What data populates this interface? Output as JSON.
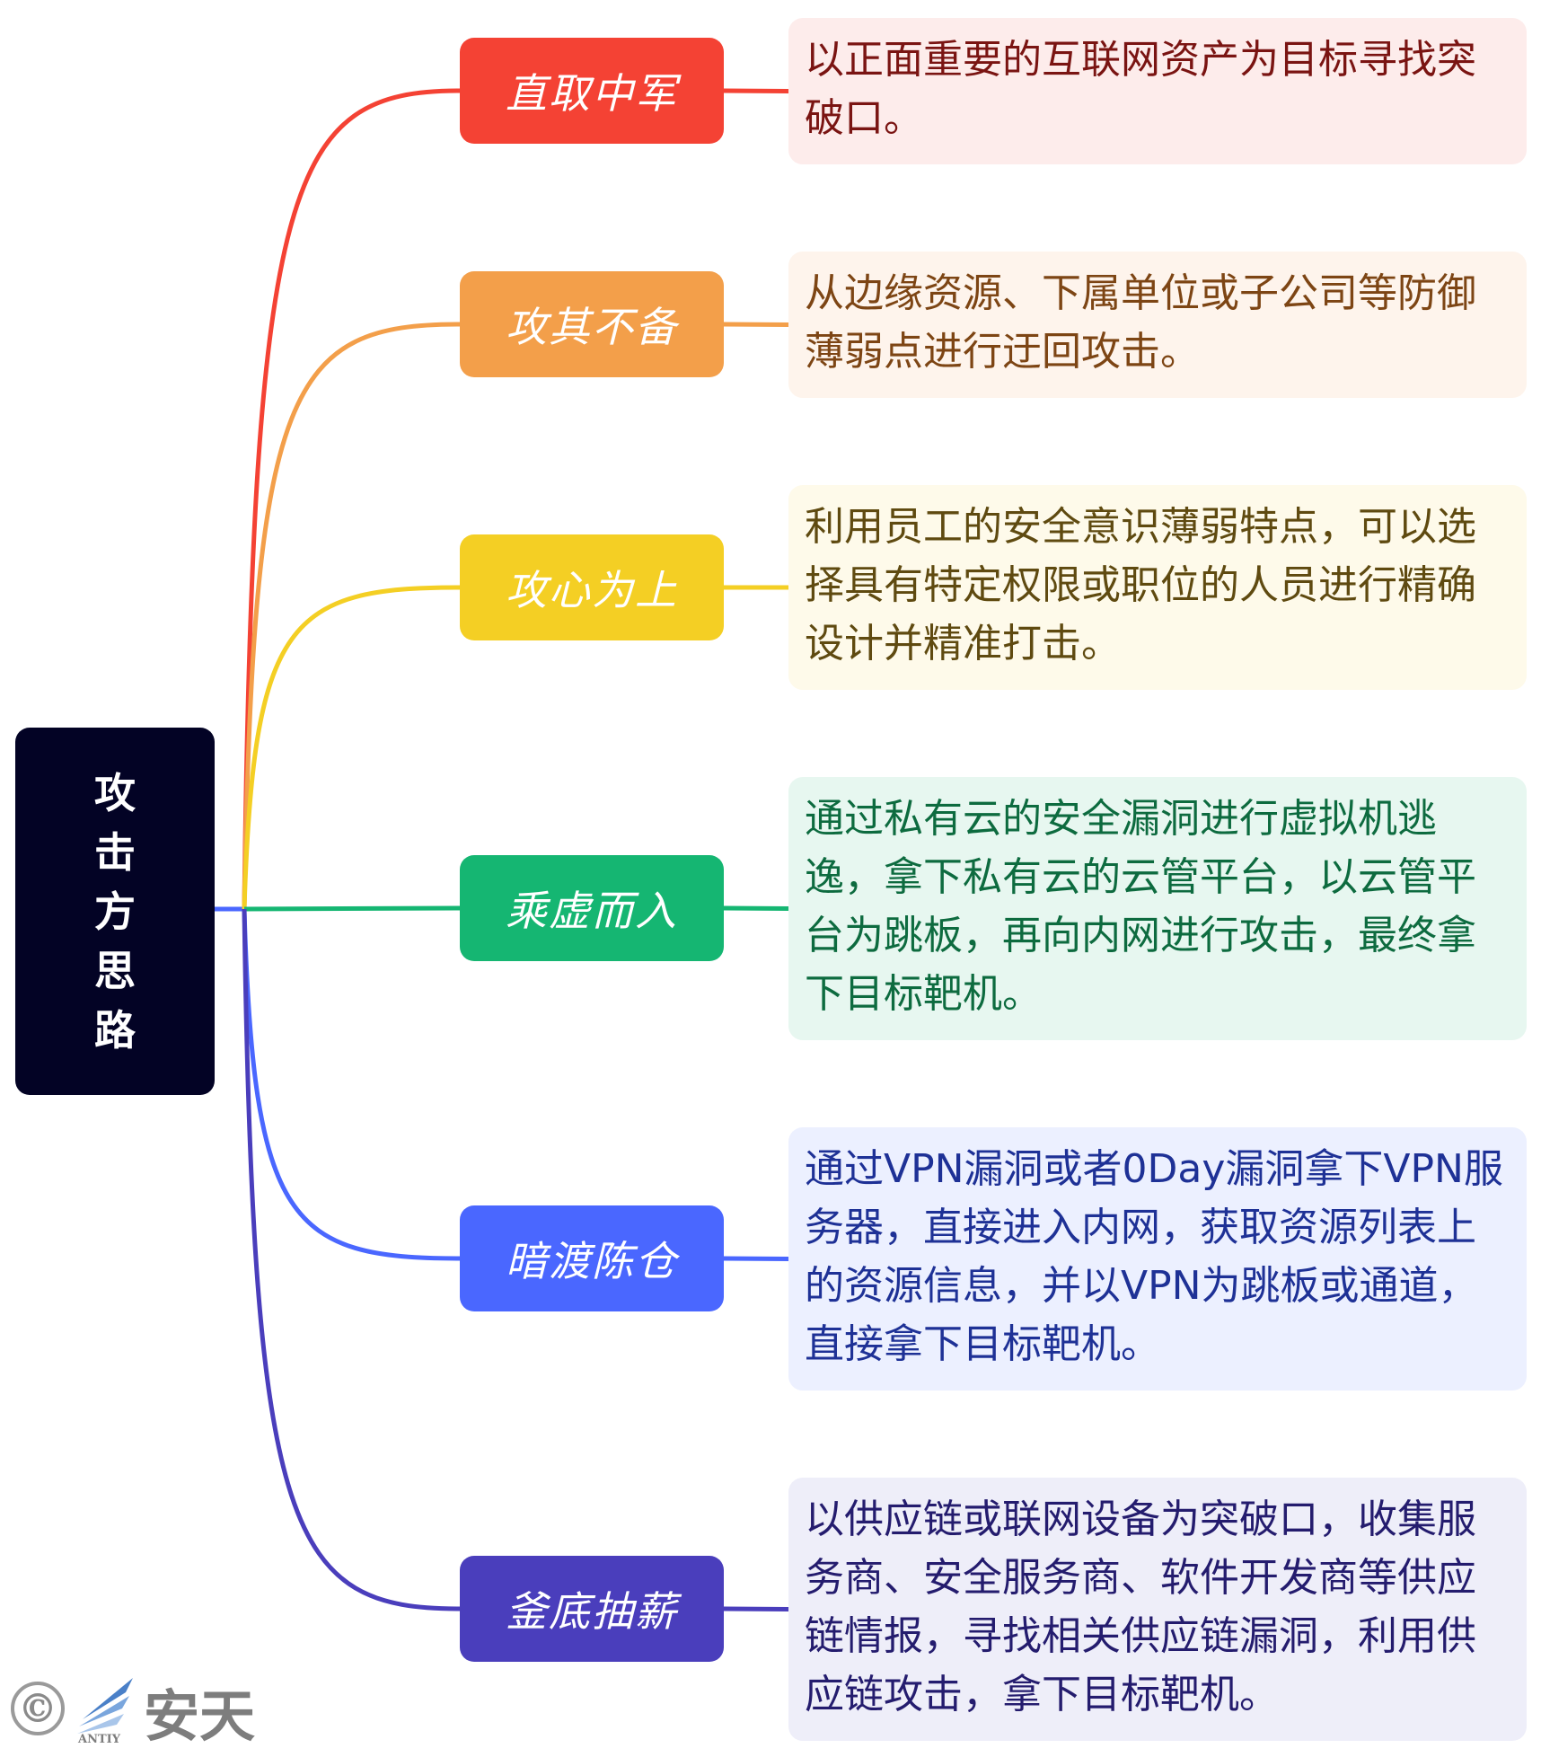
{
  "root": {
    "label": "攻击方思路",
    "chars": [
      "攻",
      "击",
      "方",
      "思",
      "路"
    ],
    "color": "#030325"
  },
  "branches": [
    {
      "label": "直取中军",
      "color": "#f44234",
      "detail_bg": "#fdeceb",
      "text_color": "#7a1412",
      "text": "以正面重要的互联网资产为目标寻找突破口。"
    },
    {
      "label": "攻其不备",
      "color": "#f39f4a",
      "detail_bg": "#fef4ec",
      "text_color": "#7d4514",
      "text": "从边缘资源、下属单位或子公司等防御薄弱点进行迂回攻击。"
    },
    {
      "label": "攻心为上",
      "color": "#f4cf24",
      "detail_bg": "#fefaea",
      "text_color": "#5f4a10",
      "text": "利用员工的安全意识薄弱特点，可以选择具有特定权限或职位的人员进行精确设计并精准打击。"
    },
    {
      "label": "乘虚而入",
      "color": "#15b672",
      "detail_bg": "#e7f7f0",
      "text_color": "#0d6b3f",
      "text": "通过私有云的安全漏洞进行虚拟机逃逸，拿下私有云的云管平台，以云管平台为跳板，再向内网进行攻击，最终拿下目标靶机。"
    },
    {
      "label": "暗渡陈仓",
      "color": "#4a67ff",
      "detail_bg": "#ecf0ff",
      "text_color": "#1e3196",
      "text": "通过VPN漏洞或者0Day漏洞拿下VPN服务器，直接进入内网，获取资源列表上的资源信息，并以VPN为跳板或通道，直接拿下目标靶机。"
    },
    {
      "label": "釜底抽薪",
      "color": "#4a3ebc",
      "detail_bg": "#eeeef9",
      "text_color": "#241c6e",
      "text": "以供应链或联网设备为突破口，收集服务商、安全服务商、软件开发商等供应链情报，寻找相关供应链漏洞，利用供应链攻击，拿下目标靶机。"
    }
  ],
  "logo": {
    "symbol": "©",
    "text": "安天",
    "subtext": "ANTIY"
  }
}
